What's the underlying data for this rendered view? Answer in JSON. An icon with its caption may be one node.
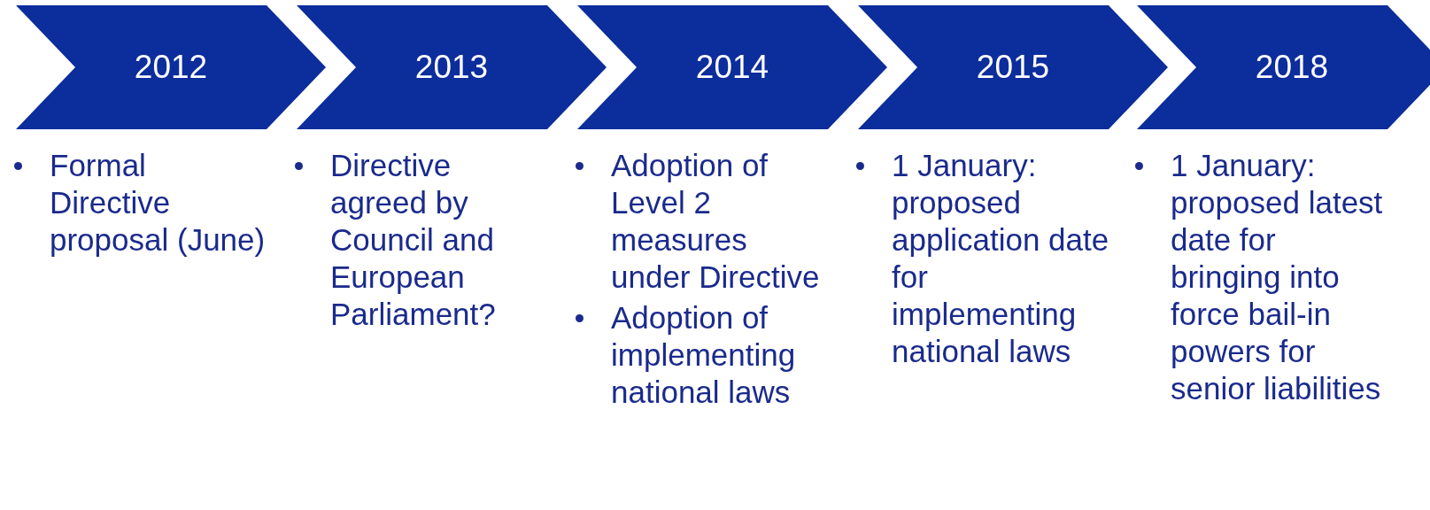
{
  "diagram": {
    "nodes": [
      {
        "text": [
          "2012"
        ],
        "beside": [
          "Formal Directive proposal (June)"
        ]
      },
      {
        "text": [
          "2013"
        ],
        "beside": [
          "Directive agreed by Council and European Parliament?"
        ]
      },
      {
        "text": [
          "2014"
        ],
        "beside": [
          "Adoption of Level 2 measures under Directive",
          "Adoption of implementing national laws"
        ]
      },
      {
        "text": [
          "2015"
        ],
        "beside": [
          "1 January: proposed application date for implementing national laws"
        ]
      },
      {
        "text": [
          "2018"
        ],
        "beside": [
          "1 January: proposed latest date for bringing into force bail-in powers for senior liabilities"
        ]
      }
    ]
  }
}
